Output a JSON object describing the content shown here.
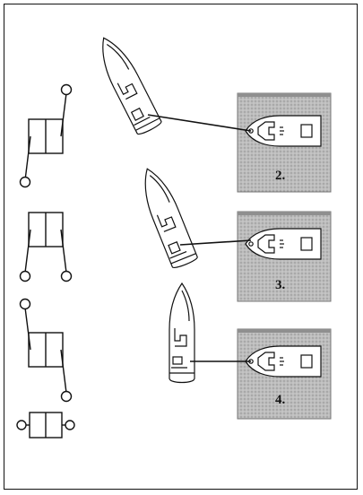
{
  "figure": {
    "steps": [
      {
        "label": "2.",
        "throttle_icon": "left-up-right-down"
      },
      {
        "label": "3.",
        "throttle_icon": "both-down"
      },
      {
        "label": "4.",
        "throttle_icon": "left-up-right-down"
      }
    ],
    "neutral_throttle_icon": "both-neutral",
    "colors": {
      "line": "#111111",
      "dock": "#b8b8b8",
      "background": "#ffffff"
    }
  }
}
